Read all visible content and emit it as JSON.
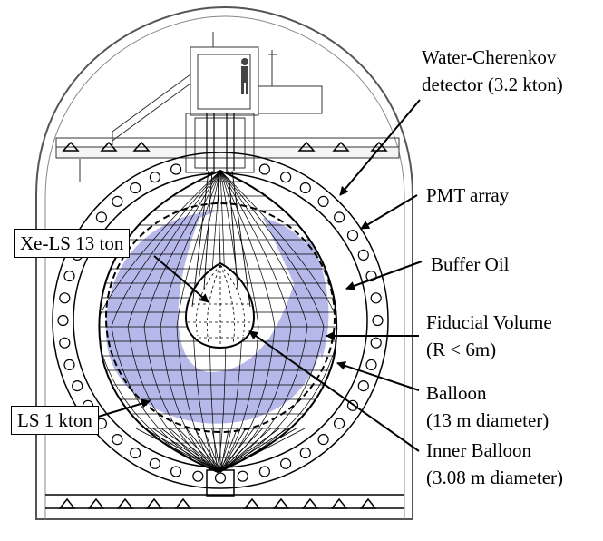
{
  "labels": {
    "water_cherenkov_line1": "Water-Cherenkov",
    "water_cherenkov_line2": "detector (3.2 kton)",
    "pmt_array": "PMT array",
    "buffer_oil": "Buffer Oil",
    "fiducial_line1": "Fiducial Volume",
    "fiducial_line2": "(R < 6m)",
    "balloon_line1": "Balloon",
    "balloon_line2": "(13 m diameter)",
    "inner_balloon_line1": "Inner Balloon",
    "inner_balloon_line2": "(3.08 m diameter)",
    "xe_ls": "Xe-LS 13 ton",
    "ls": "LS 1 kton"
  },
  "colors": {
    "fiducial_fill": "#b7b8ea",
    "line": "#000000",
    "outer_tank_line": "#555555",
    "background": "#ffffff"
  }
}
